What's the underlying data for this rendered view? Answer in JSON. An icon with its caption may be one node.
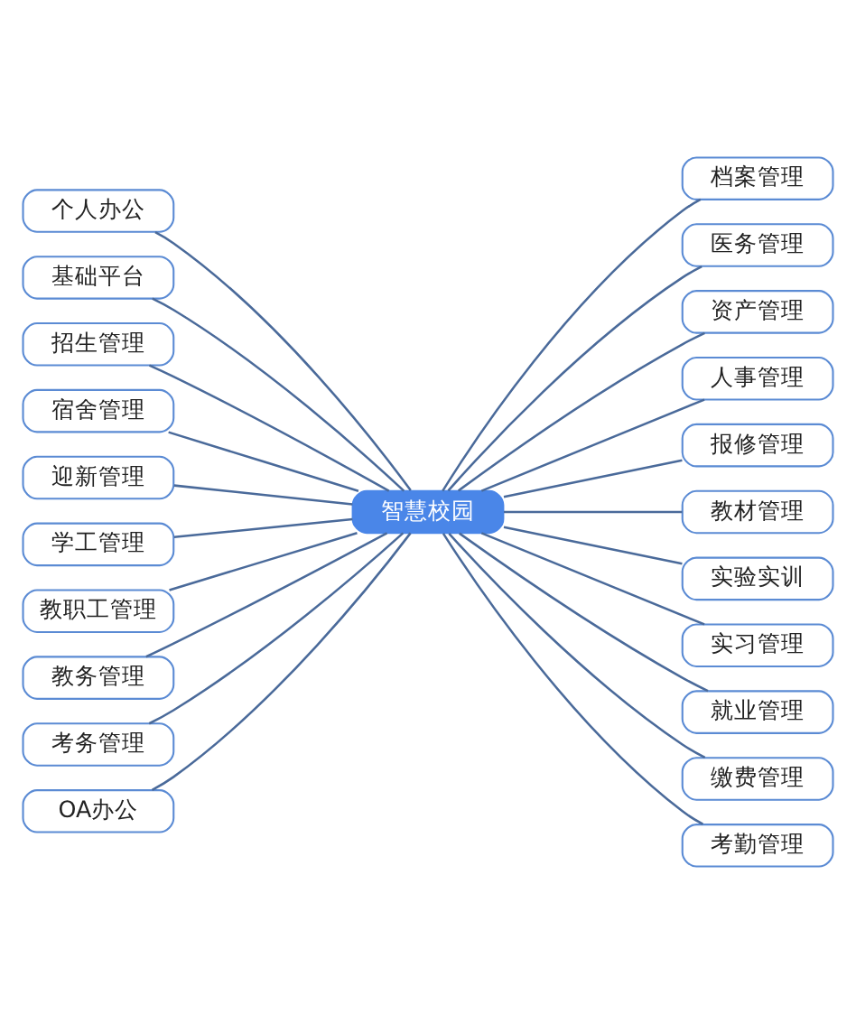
{
  "diagram": {
    "nodes": [
      {
        "text": [
          "智慧校园"
        ]
      },
      {
        "text": [
          "个人办公"
        ]
      },
      {
        "text": [
          "基础平台"
        ]
      },
      {
        "text": [
          "招生管理"
        ]
      },
      {
        "text": [
          "宿舍管理"
        ]
      },
      {
        "text": [
          "迎新管理"
        ]
      },
      {
        "text": [
          "学工管理"
        ]
      },
      {
        "text": [
          "教职工管理"
        ]
      },
      {
        "text": [
          "教务管理"
        ]
      },
      {
        "text": [
          "考务管理"
        ]
      },
      {
        "text": [
          "OA办公"
        ]
      },
      {
        "text": [
          "档案管理"
        ]
      },
      {
        "text": [
          "医务管理"
        ]
      },
      {
        "text": [
          "资产管理"
        ]
      },
      {
        "text": [
          "人事管理"
        ]
      },
      {
        "text": [
          "报修管理"
        ]
      },
      {
        "text": [
          "教材管理"
        ]
      },
      {
        "text": [
          "实验实训"
        ]
      },
      {
        "text": [
          "实习管理"
        ]
      },
      {
        "text": [
          "就业管理"
        ]
      },
      {
        "text": [
          "缴费管理"
        ]
      },
      {
        "text": [
          "考勤管理"
        ]
      }
    ],
    "edges": [
      {
        "from": 1,
        "to": 0,
        "arrow": "none"
      },
      {
        "from": 2,
        "to": 0,
        "arrow": "none"
      },
      {
        "from": 3,
        "to": 0,
        "arrow": "none"
      },
      {
        "from": 4,
        "to": 0,
        "arrow": "none"
      },
      {
        "from": 5,
        "to": 0,
        "arrow": "none"
      },
      {
        "from": 6,
        "to": 0,
        "arrow": "none"
      },
      {
        "from": 7,
        "to": 0,
        "arrow": "none"
      },
      {
        "from": 8,
        "to": 0,
        "arrow": "none"
      },
      {
        "from": 9,
        "to": 0,
        "arrow": "none"
      },
      {
        "from": 10,
        "to": 0,
        "arrow": "none"
      },
      {
        "from": 0,
        "to": 11,
        "arrow": "none"
      },
      {
        "from": 0,
        "to": 12,
        "arrow": "none"
      },
      {
        "from": 0,
        "to": 13,
        "arrow": "none"
      },
      {
        "from": 0,
        "to": 14,
        "arrow": "none"
      },
      {
        "from": 0,
        "to": 15,
        "arrow": "none"
      },
      {
        "from": 0,
        "to": 16,
        "arrow": "none"
      },
      {
        "from": 0,
        "to": 17,
        "arrow": "none"
      },
      {
        "from": 0,
        "to": 18,
        "arrow": "none"
      },
      {
        "from": 0,
        "to": 19,
        "arrow": "none"
      },
      {
        "from": 0,
        "to": 20,
        "arrow": "none"
      },
      {
        "from": 0,
        "to": 21,
        "arrow": "none"
      }
    ]
  }
}
